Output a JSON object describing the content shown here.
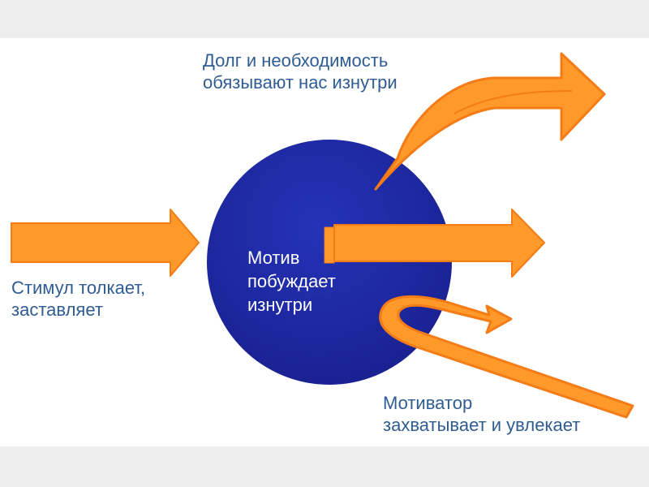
{
  "colors": {
    "background": "#ededed",
    "panel": "#ffffff",
    "circle": "#1f2aa8",
    "arrow_fill": "#ff9a2a",
    "arrow_stroke": "#f47b16",
    "label_text": "#2f5c93",
    "circle_text": "#ffffff"
  },
  "labels": {
    "duty": "Долг и необходимость\nобязывают нас изнутри",
    "stimulus": "Стимул толкает,\nзаставляет",
    "motive": "Мотив\nпобуждает\nизнутри",
    "motivator": "Мотиватор\nзахватывает и увлекает"
  }
}
